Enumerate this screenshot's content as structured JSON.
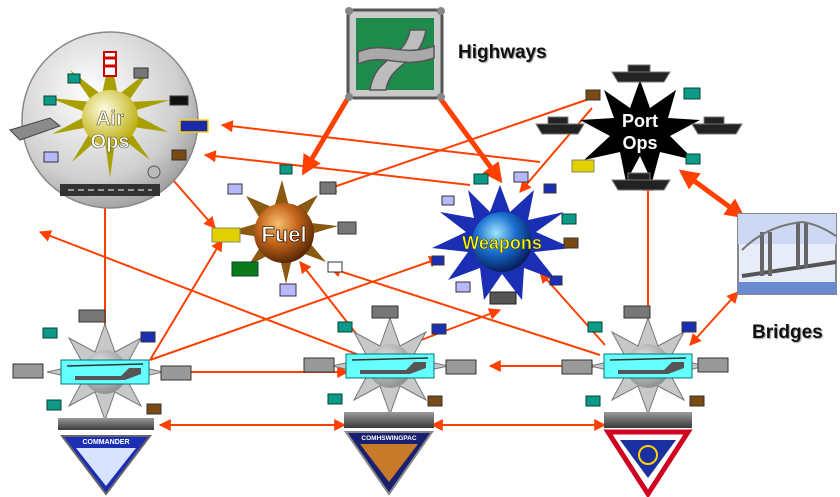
{
  "hubs": {
    "air_ops": {
      "label_line1": "Air",
      "label_line2": "Ops"
    },
    "fuel": {
      "label": "Fuel"
    },
    "weapons": {
      "label": "Weapons"
    },
    "port_ops": {
      "label_line1": "Port",
      "label_line2": "Ops"
    }
  },
  "external": {
    "highways": {
      "label": "Highways"
    },
    "bridges": {
      "label": "Bridges"
    }
  },
  "emblems": {
    "left": {
      "text": "COMMANDER"
    },
    "center": {
      "text": "COMHSWINGPAC"
    },
    "right": {
      "text": ""
    }
  },
  "colors": {
    "arrow": "#ff4000",
    "air_ops_star": "#a8a000",
    "fuel_star": "#8a5a12",
    "weapons_star": "#1b2fb5",
    "port_star": "#000000",
    "squadron_star": "#c8c8c8",
    "heli_frame": "#66ffff"
  }
}
